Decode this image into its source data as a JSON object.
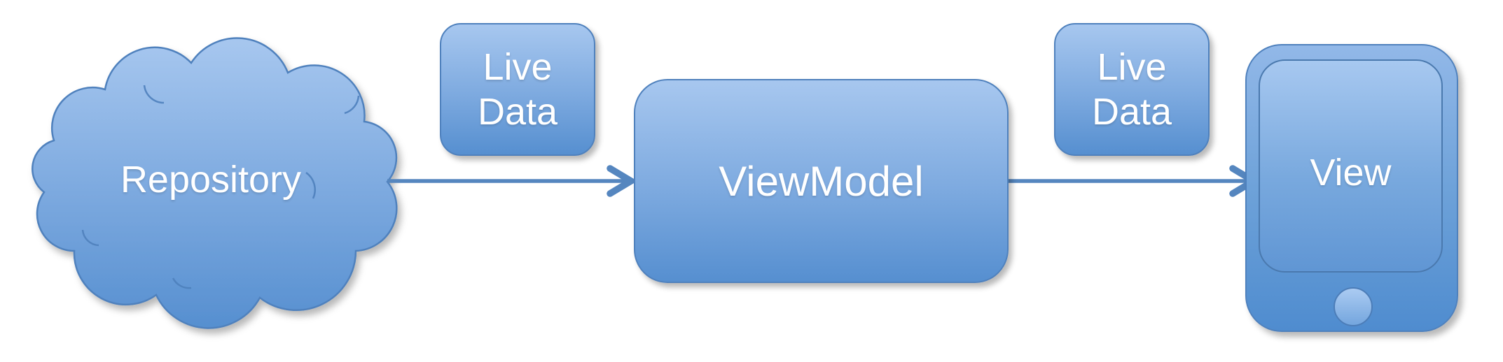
{
  "diagram": {
    "nodes": {
      "repository": {
        "label": "Repository",
        "shape": "cloud"
      },
      "live_data_left": {
        "lines": [
          "Live",
          "Data"
        ],
        "shape": "rounded-square"
      },
      "viewmodel": {
        "label": "ViewModel",
        "shape": "rounded-rectangle"
      },
      "live_data_right": {
        "lines": [
          "Live",
          "Data"
        ],
        "shape": "rounded-square"
      },
      "view": {
        "label": "View",
        "shape": "smartphone"
      }
    },
    "connectors": [
      {
        "from": "repository",
        "to": "viewmodel"
      },
      {
        "from": "viewmodel",
        "to": "view"
      }
    ],
    "colors": {
      "fill_top": "#a7c7ef",
      "fill_mid": "#7fabe0",
      "fill_bottom": "#568fd0",
      "outline": "#4f81bd",
      "arrow": "#5586bf",
      "text": "#ffffff",
      "background": "#ffffff"
    }
  }
}
